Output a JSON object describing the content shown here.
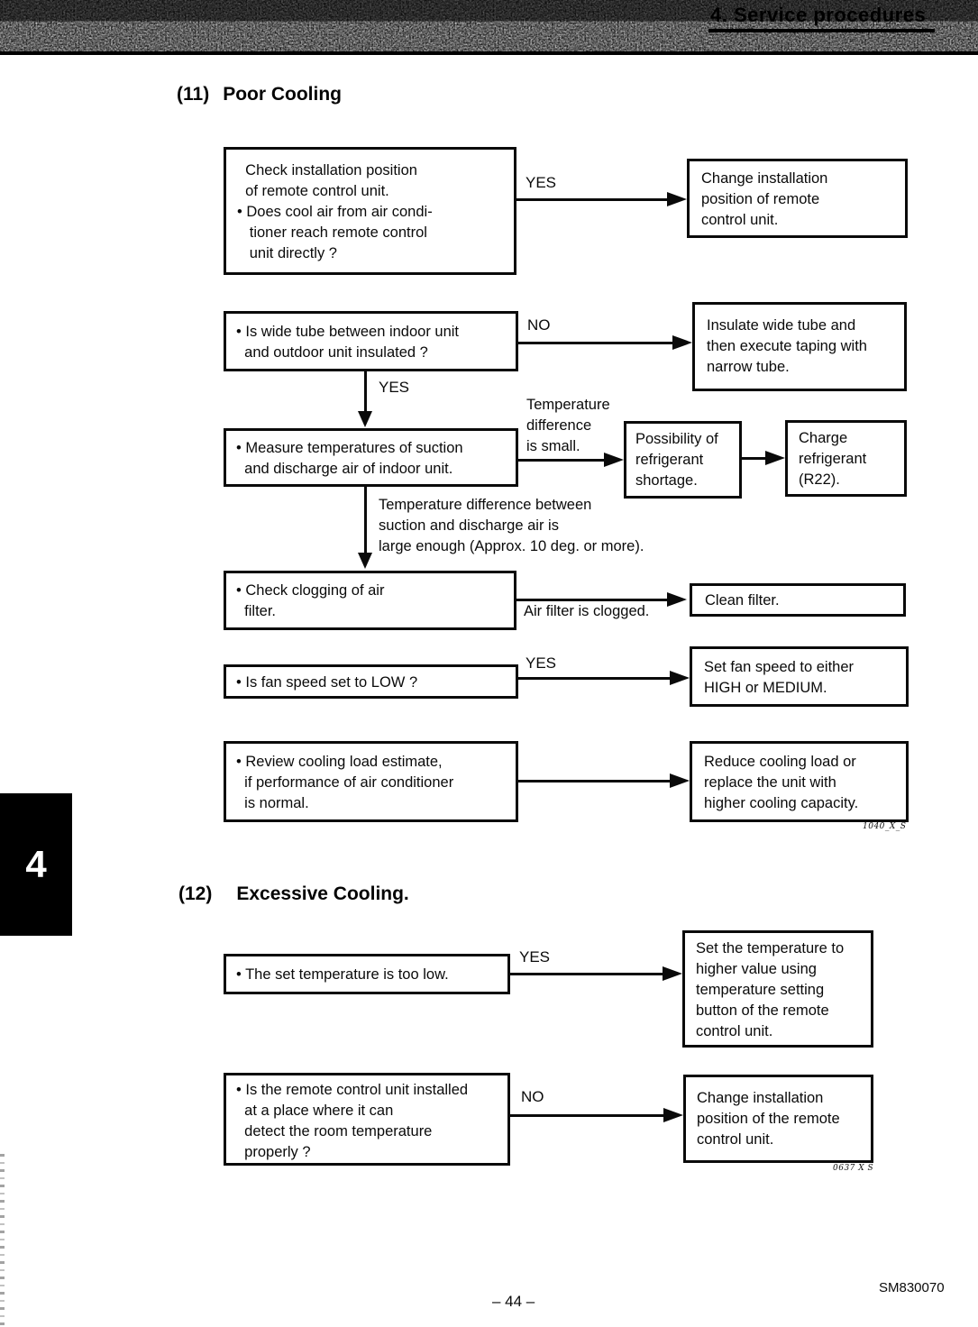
{
  "header": {
    "section_title": "4.  Service procedures"
  },
  "side_tab": {
    "label": "4"
  },
  "footer": {
    "page_number": "– 44 –",
    "doc_code": "SM830070"
  },
  "s11": {
    "num": "(11)",
    "title": "Poor Cooling",
    "caption": "1040_X_S",
    "lbl_yes1": "YES",
    "lbl_no1": "NO",
    "lbl_yes2": "YES",
    "lbl_yes3": "YES",
    "lbl_filter_clogged": "Air filter is clogged.",
    "lbl_temp_small": [
      "Temperature",
      "difference",
      "is small."
    ],
    "lbl_temp_large": [
      "Temperature difference between",
      "suction and discharge air is",
      "large enough (Approx. 10 deg. or more)."
    ],
    "box_check_position": {
      "lines": [
        "  Check installation position",
        "  of remote control unit.",
        "• Does cool air from air condi-",
        "   tioner reach remote control",
        "   unit directly ?"
      ]
    },
    "box_change_position": {
      "lines": [
        "Change installation",
        "position of remote",
        "control unit."
      ]
    },
    "box_wide_tube": {
      "lines": [
        "• Is wide tube between indoor unit",
        "  and outdoor unit insulated ?"
      ]
    },
    "box_insulate": {
      "lines": [
        "Insulate wide tube and",
        "then execute taping with",
        "narrow tube."
      ]
    },
    "box_measure_temp": {
      "lines": [
        "• Measure temperatures of suction",
        "  and discharge air of indoor unit."
      ]
    },
    "box_refrigerant_shortage": {
      "lines": [
        "Possibility of",
        "refrigerant",
        "shortage."
      ]
    },
    "box_charge_refrigerant": {
      "lines": [
        "Charge",
        "refrigerant",
        "(R22)."
      ]
    },
    "box_check_filter": {
      "lines": [
        "• Check clogging of air",
        "  filter."
      ]
    },
    "box_clean_filter": {
      "lines": [
        "Clean filter."
      ]
    },
    "box_fan_speed": {
      "lines": [
        "• Is fan speed set to LOW ?"
      ]
    },
    "box_set_fan_speed": {
      "lines": [
        "Set fan speed to either",
        "HIGH or MEDIUM."
      ]
    },
    "box_review_load": {
      "lines": [
        "• Review cooling load estimate,",
        "  if performance of air conditioner",
        "  is normal."
      ]
    },
    "box_reduce_load": {
      "lines": [
        "Reduce cooling load or",
        "replace the unit with",
        "higher cooling capacity."
      ]
    }
  },
  "s12": {
    "num": "(12)",
    "title": "Excessive Cooling.",
    "caption": "0637 X S",
    "lbl_yes": "YES",
    "lbl_no": "NO",
    "box_set_temp_low": {
      "lines": [
        "• The set temperature is too low."
      ]
    },
    "box_set_temp_higher": {
      "lines": [
        "Set the temperature to",
        "higher value using",
        "temperature setting",
        "button of the remote",
        "control unit."
      ]
    },
    "box_remote_place": {
      "lines": [
        "• Is the remote control unit installed",
        "  at a place where it can",
        "  detect the room temperature",
        "  properly ?"
      ]
    },
    "box_change_position2": {
      "lines": [
        "Change installation",
        "position of the remote",
        "control unit."
      ]
    }
  }
}
